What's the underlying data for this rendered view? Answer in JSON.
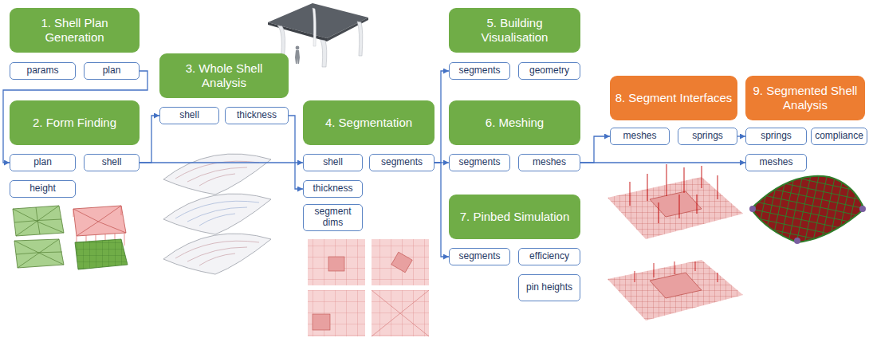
{
  "diagram": {
    "nodes": [
      {
        "text": [
          "1. Shell Plan Generation"
        ]
      },
      {
        "text": [
          "params"
        ]
      },
      {
        "text": [
          "plan"
        ]
      },
      {
        "text": [
          "2. Form Finding"
        ]
      },
      {
        "text": [
          "plan"
        ]
      },
      {
        "text": [
          "shell"
        ]
      },
      {
        "text": [
          "height"
        ]
      },
      {
        "text": [
          "3. Whole Shell Analysis"
        ]
      },
      {
        "text": [
          "shell"
        ]
      },
      {
        "text": [
          "thickness"
        ]
      },
      {
        "text": [
          "4. Segmentation"
        ]
      },
      {
        "text": [
          "shell"
        ]
      },
      {
        "text": [
          "segments"
        ]
      },
      {
        "text": [
          "thickness"
        ]
      },
      {
        "text": [
          "segment dims"
        ]
      },
      {
        "text": [
          "5. Building Visualisation"
        ]
      },
      {
        "text": [
          "segments"
        ]
      },
      {
        "text": [
          "geometry"
        ]
      },
      {
        "text": [
          "6. Meshing"
        ]
      },
      {
        "text": [
          "segments"
        ]
      },
      {
        "text": [
          "meshes"
        ]
      },
      {
        "text": [
          "7. Pinbed Simulation"
        ]
      },
      {
        "text": [
          "segments"
        ]
      },
      {
        "text": [
          "efficiency"
        ]
      },
      {
        "text": [
          "pin heights"
        ]
      },
      {
        "text": [
          "8. Segment Interfaces"
        ]
      },
      {
        "text": [
          "meshes"
        ]
      },
      {
        "text": [
          "springs"
        ]
      },
      {
        "text": [
          "9. Segmented Shell Analysis"
        ]
      },
      {
        "text": [
          "springs"
        ]
      },
      {
        "text": [
          "compliance"
        ]
      },
      {
        "text": [
          "meshes"
        ]
      }
    ],
    "edges": [
      {
        "from": 2,
        "to": 4,
        "arrow": "to"
      },
      {
        "from": 5,
        "to": 8,
        "arrow": "to"
      },
      {
        "from": 5,
        "to": 11,
        "arrow": "to"
      },
      {
        "from": 9,
        "to": 13,
        "arrow": "to"
      },
      {
        "from": 12,
        "to": 16,
        "arrow": "to"
      },
      {
        "from": 12,
        "to": 19,
        "arrow": "to"
      },
      {
        "from": 12,
        "to": 22,
        "arrow": "to"
      },
      {
        "from": 20,
        "to": 26,
        "arrow": "to"
      },
      {
        "from": 20,
        "to": 31,
        "arrow": "to"
      },
      {
        "from": 27,
        "to": 29,
        "arrow": "to"
      }
    ]
  }
}
